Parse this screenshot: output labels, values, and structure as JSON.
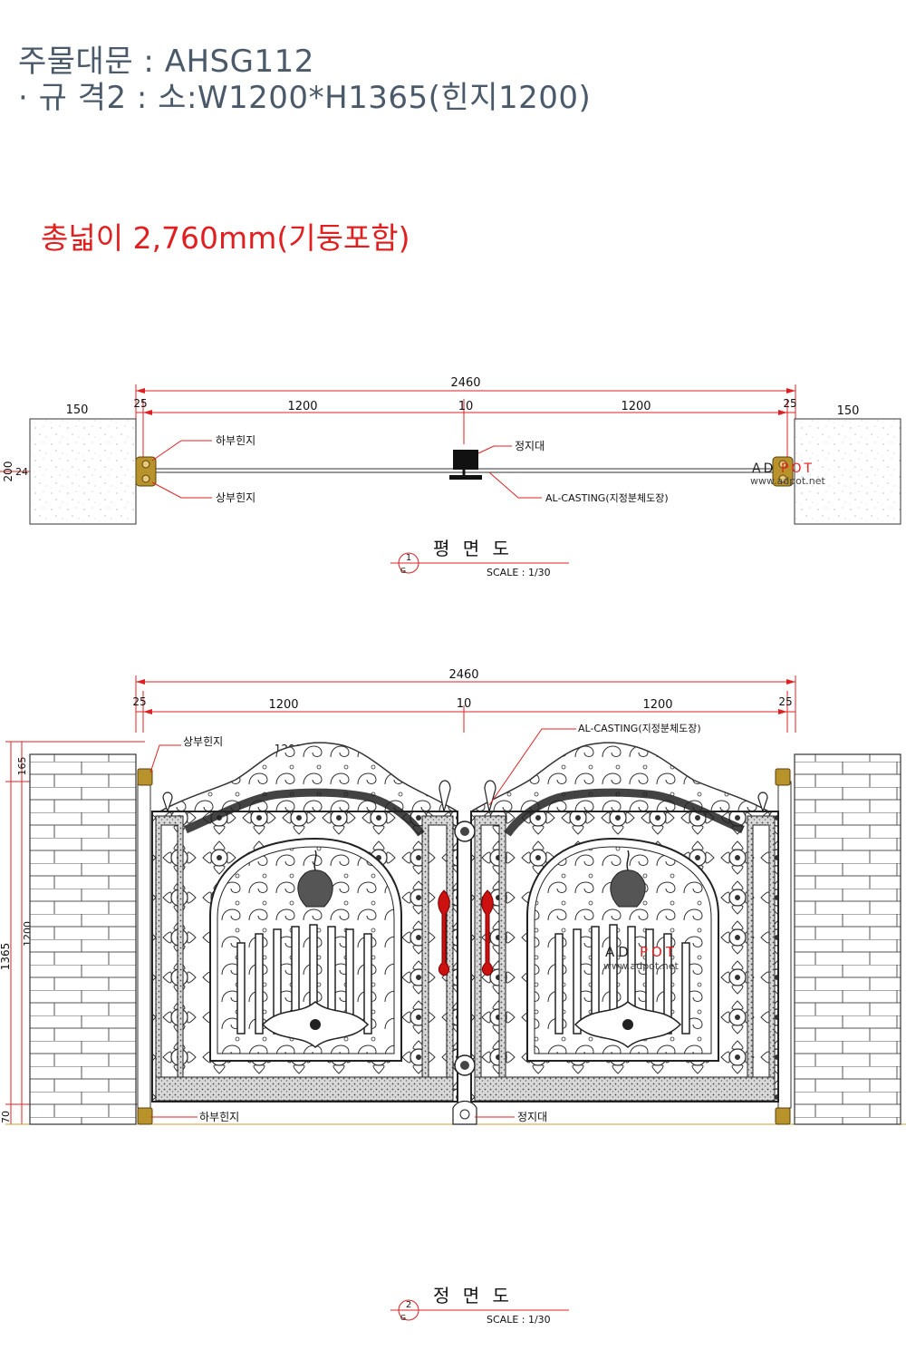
{
  "header": {
    "title_line1": "주물대문 : AHSG112",
    "title_line2": "· 규 격2 : 소:W1200*H1365(힌지1200)",
    "total_width_note": "총넓이 2,760mm(기둥포함)"
  },
  "plan_view": {
    "dim_total": "2460",
    "dim_left_offset": "25",
    "dim_left_leaf": "1200",
    "dim_gap": "10",
    "dim_right_leaf": "1200",
    "dim_right_offset": "25",
    "pillar_left_width": "150",
    "pillar_right_width": "150",
    "pillar_depth": "200",
    "gate_thickness": "24",
    "label_lower_hinge": "하부힌지",
    "label_upper_hinge": "상부힌지",
    "label_stopper": "정지대",
    "label_material": "AL-CASTING(지정분체도장)",
    "view_number": "1",
    "view_sheet": "G",
    "view_title": "평 면 도",
    "view_scale": "SCALE : 1/30"
  },
  "elevation_view": {
    "dim_total": "2460",
    "dim_left_offset": "25",
    "dim_left_leaf": "1200",
    "dim_gap": "10",
    "dim_right_leaf": "1200",
    "dim_right_offset": "25",
    "dim_crown": "1200",
    "dim_top": "165",
    "dim_mid": "1200",
    "dim_overall_height": "1365",
    "dim_bottom": "70",
    "label_upper_hinge": "상부힌지",
    "label_lower_hinge": "하부힌지",
    "label_stopper": "정지대",
    "label_material": "AL-CASTING(지정분체도장)",
    "view_number": "2",
    "view_sheet": "G",
    "view_title": "정 면 도",
    "view_scale": "SCALE : 1/30"
  },
  "watermark": {
    "brand_prefix": "AD",
    "brand_suffix": "POT",
    "url": "www.adpot.net"
  },
  "colors": {
    "title_text": "#4a5a6a",
    "note_red": "#e02020",
    "dimension_red": "#e02020",
    "hinge_gold": "#b8922a",
    "casting_dark": "#333333",
    "handle_red": "#cc1111"
  }
}
